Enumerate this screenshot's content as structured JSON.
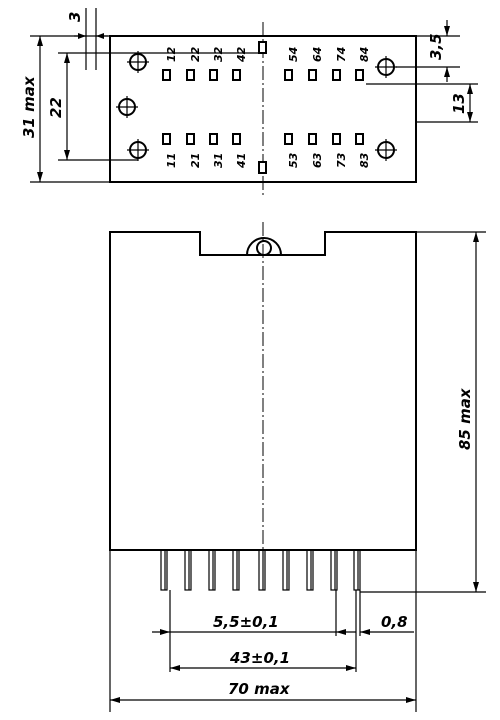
{
  "drawing": {
    "dimensions": {
      "width_31": "31 max",
      "pin_span_22": "22",
      "offset_3": "3",
      "offset_3_5": "3,5",
      "offset_13": "13",
      "height_85": "85 max",
      "pitch": "5,5±0,1",
      "pin_width": "0,8",
      "pin_span_43": "43±0,1",
      "width_70": "70 max"
    },
    "pins_top": [
      "12",
      "22",
      "32",
      "42",
      "54",
      "64",
      "74",
      "84"
    ],
    "pins_bottom": [
      "11",
      "21",
      "31",
      "41",
      "53",
      "63",
      "73",
      "83"
    ]
  }
}
